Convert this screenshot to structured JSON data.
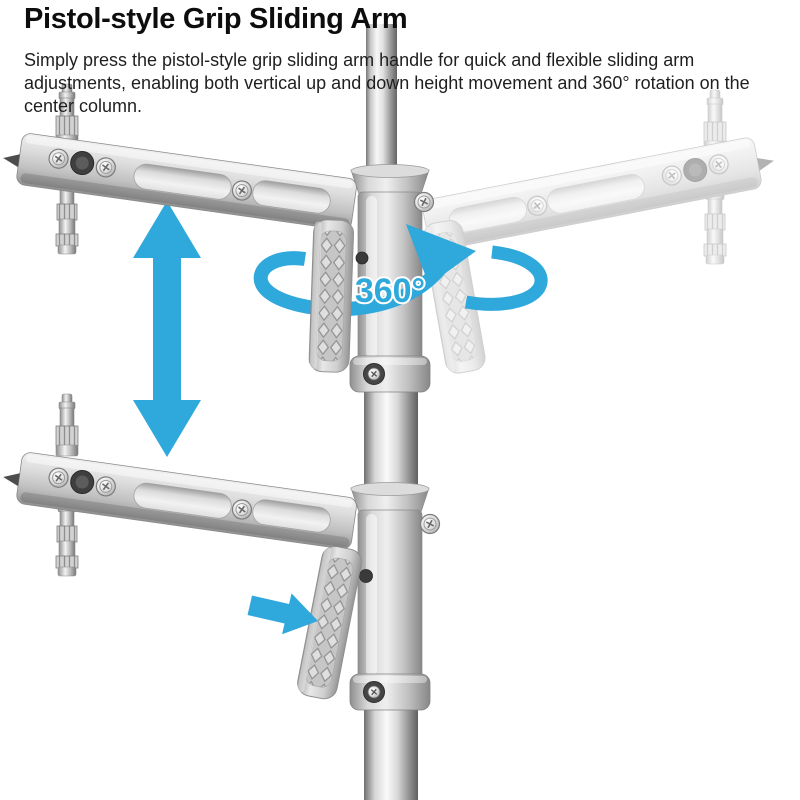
{
  "page": {
    "title": "Pistol-style Grip Sliding Arm",
    "description": "Simply press the pistol-style grip sliding arm handle for quick and flexible sliding arm adjustments, enabling both vertical up and down height movement and 360°  rotation on the center column."
  },
  "annotations": {
    "rotation_label": "360°"
  },
  "icons": {
    "vertical_double_arrow": "up-down-height-movement-arrow",
    "rotation_arrow": "360-degree-rotation-arrow",
    "grip_arrow": "grip-pointer-arrow"
  },
  "colors": {
    "accent_blue": "#2fa8db",
    "title_text": "#0d0d0d",
    "body_text": "#1f1f1f",
    "background": "#ffffff",
    "metal_light": "#efefef",
    "metal_dark": "#8a8a8a"
  }
}
